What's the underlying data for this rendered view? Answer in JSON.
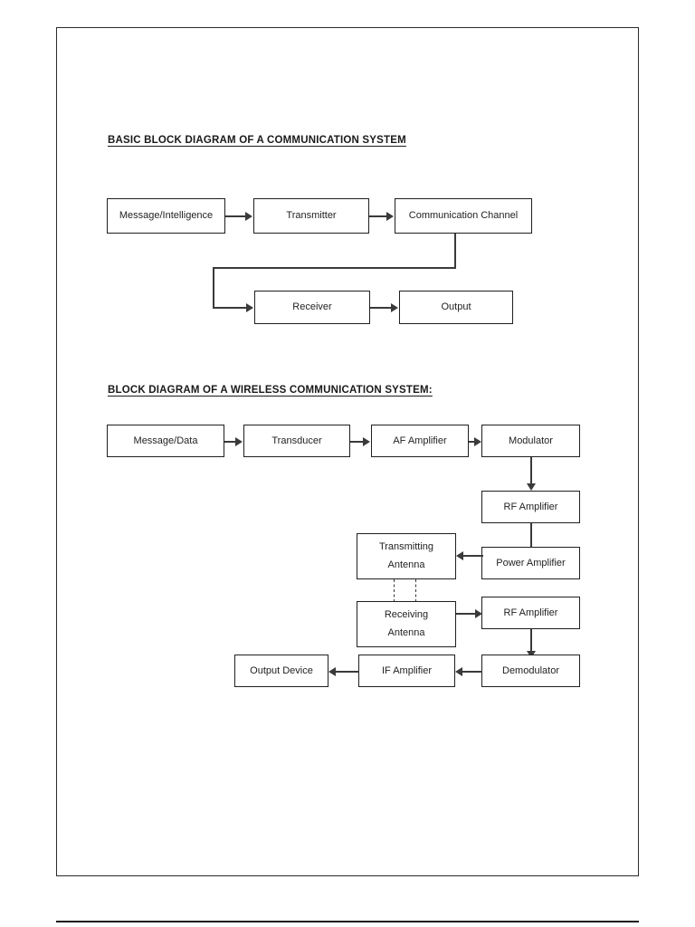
{
  "document": {
    "page_background": "#ffffff",
    "sheet_border_color": "#2b2b2b",
    "line_color": "#3a3a3a",
    "text_color": "#222222"
  },
  "section_basic": {
    "heading": "BASIC BLOCK DIAGRAM OF A COMMUNICATION SYSTEM",
    "blocks": [
      {
        "id": "message_intelligence",
        "label": "Message/Intelligence"
      },
      {
        "id": "transmitter",
        "label": "Transmitter"
      },
      {
        "id": "communication_channel",
        "label": "Communication Channel"
      },
      {
        "id": "receiver",
        "label": "Receiver"
      },
      {
        "id": "output",
        "label": "Output"
      }
    ],
    "connections": [
      {
        "from": "message_intelligence",
        "to": "transmitter",
        "style": "arrow-right"
      },
      {
        "from": "transmitter",
        "to": "communication_channel",
        "style": "arrow-right"
      },
      {
        "from": "communication_channel",
        "to": "receiver",
        "style": "routed-down-left-down-right"
      },
      {
        "from": "receiver",
        "to": "output",
        "style": "arrow-right"
      }
    ]
  },
  "section_wireless": {
    "heading": "BLOCK DIAGRAM OF A WIRELESS COMMUNICATION SYSTEM:",
    "blocks": [
      {
        "id": "message_data",
        "label": "Message/Data"
      },
      {
        "id": "transducer",
        "label": "Transducer"
      },
      {
        "id": "af_amplifier",
        "label": "AF Amplifier"
      },
      {
        "id": "modulator",
        "label": "Modulator"
      },
      {
        "id": "rf_amplifier_tx",
        "label": "RF Amplifier"
      },
      {
        "id": "power_amplifier",
        "label": "Power Amplifier"
      },
      {
        "id": "transmitting_antenna",
        "label_line1": "Transmitting",
        "label_line2": "Antenna"
      },
      {
        "id": "receiving_antenna",
        "label_line1": "Receiving",
        "label_line2": "Antenna"
      },
      {
        "id": "rf_amplifier_rx",
        "label": "RF Amplifier"
      },
      {
        "id": "demodulator",
        "label": "Demodulator"
      },
      {
        "id": "if_amplifier",
        "label": "IF Amplifier"
      },
      {
        "id": "output_device",
        "label": "Output Device"
      }
    ],
    "connections": [
      {
        "from": "message_data",
        "to": "transducer",
        "style": "arrow-right"
      },
      {
        "from": "transducer",
        "to": "af_amplifier",
        "style": "arrow-right"
      },
      {
        "from": "af_amplifier",
        "to": "modulator",
        "style": "arrow-right"
      },
      {
        "from": "modulator",
        "to": "rf_amplifier_tx",
        "style": "arrow-down"
      },
      {
        "from": "rf_amplifier_tx",
        "to": "power_amplifier",
        "style": "arrow-down"
      },
      {
        "from": "power_amplifier",
        "to": "transmitting_antenna",
        "style": "arrow-left"
      },
      {
        "from": "transmitting_antenna",
        "to": "receiving_antenna",
        "style": "dashed-wireless-link"
      },
      {
        "from": "receiving_antenna",
        "to": "rf_amplifier_rx",
        "style": "arrow-right"
      },
      {
        "from": "rf_amplifier_rx",
        "to": "demodulator",
        "style": "arrow-down"
      },
      {
        "from": "demodulator",
        "to": "if_amplifier",
        "style": "arrow-left"
      },
      {
        "from": "if_amplifier",
        "to": "output_device",
        "style": "arrow-left"
      }
    ]
  }
}
